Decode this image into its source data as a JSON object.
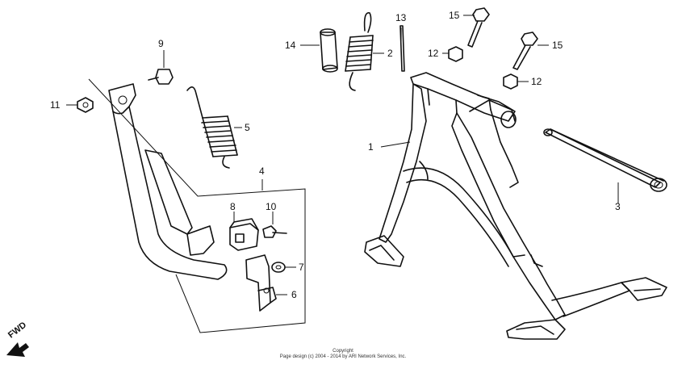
{
  "callouts": {
    "c1": "1",
    "c2": "2",
    "c3": "3",
    "c4": "4",
    "c5": "5",
    "c6": "6",
    "c7": "7",
    "c8": "8",
    "c9": "9",
    "c10": "10",
    "c11": "11",
    "c12a": "12",
    "c12b": "12",
    "c13": "13",
    "c14": "14",
    "c15a": "15",
    "c15b": "15"
  },
  "direction": {
    "label": "FWD",
    "icon": "fwd-arrow-icon"
  },
  "copyright": {
    "line1": "Copyright",
    "line2": "Page design (c) 2004 - 2014 by ARI Network Services, Inc."
  }
}
